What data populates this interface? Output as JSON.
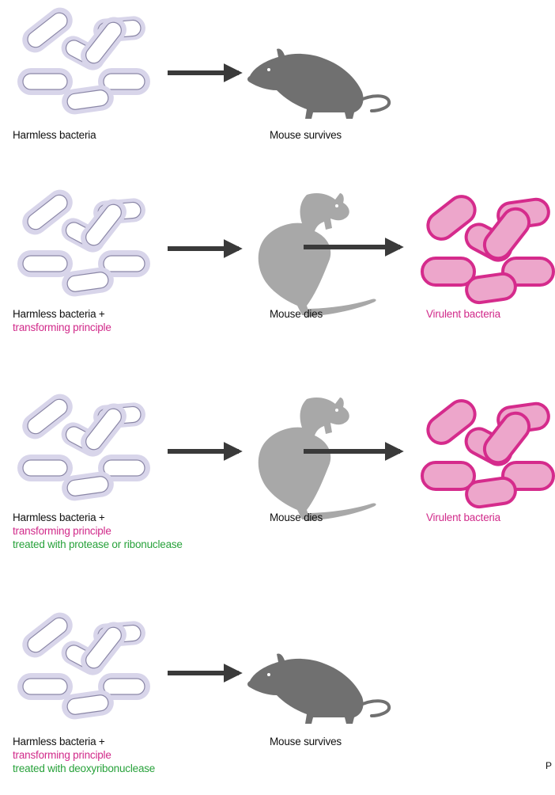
{
  "colors": {
    "harmless_fill": "#ffffff",
    "harmless_halo": "#d8d5ea",
    "virulent_fill": "#eda6cb",
    "virulent_stroke": "#d52b8c",
    "arrow": "#3a3a3a",
    "mouse_alive": "#707070",
    "mouse_dead": "#a8a8a8",
    "text_pink": "#d12a8a",
    "text_green": "#28a23b"
  },
  "rows": [
    {
      "left_label": [
        "Harmless bacteria"
      ],
      "mouse_label": "Mouse survives",
      "mouse_state": "alive",
      "result_label": ""
    },
    {
      "left_label": [
        "Harmless bacteria +",
        "transforming principle"
      ],
      "mouse_label": "Mouse dies",
      "mouse_state": "dead",
      "result_label": "Virulent bacteria"
    },
    {
      "left_label": [
        "Harmless bacteria +",
        "transforming principle",
        "treated with protease or ribonuclease"
      ],
      "mouse_label": "Mouse dies",
      "mouse_state": "dead",
      "result_label": "Virulent bacteria"
    },
    {
      "left_label": [
        "Harmless bacteria +",
        "transforming principle",
        "treated with deoxyribonuclease"
      ],
      "mouse_label": "Mouse survives",
      "mouse_state": "alive",
      "result_label": ""
    }
  ],
  "edge_mark": "P"
}
